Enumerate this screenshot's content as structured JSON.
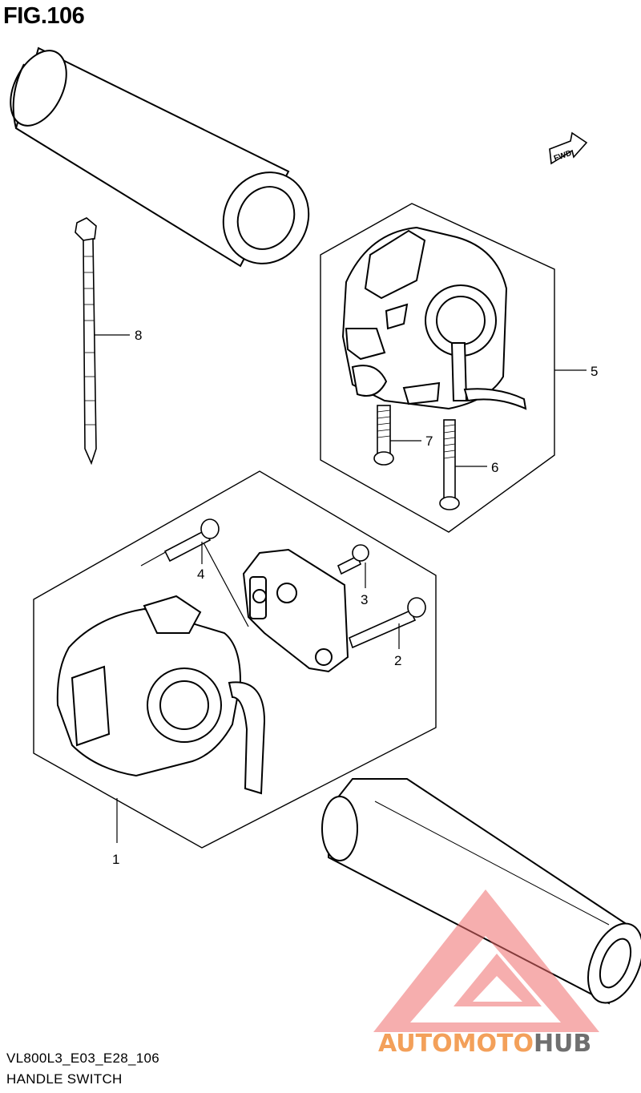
{
  "figure": {
    "title": "FIG.106"
  },
  "direction_badge": {
    "text": "FWD"
  },
  "parts": [
    {
      "number": "1"
    },
    {
      "number": "2"
    },
    {
      "number": "3"
    },
    {
      "number": "4"
    },
    {
      "number": "5"
    },
    {
      "number": "6"
    },
    {
      "number": "7"
    },
    {
      "number": "8"
    }
  ],
  "footer": {
    "model_code": "VL800L3_E03_E28_106",
    "section_name": "HANDLE SWITCH"
  },
  "watermark": {
    "part1": "AUTOMOTO",
    "part2": "HUB",
    "colors": {
      "triangle": "#ee6b6b",
      "auto": "#f5b36e",
      "moto": "#f3a05a",
      "hub": "#6f6f6f"
    }
  }
}
